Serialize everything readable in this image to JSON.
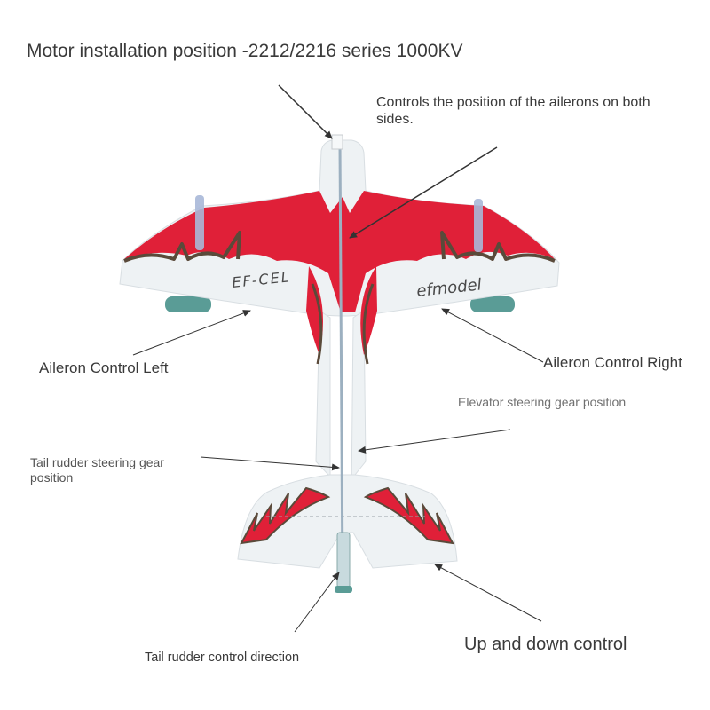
{
  "labels": {
    "motor": "Motor installation position -2212/2216 series 1000KV",
    "ailerons_both": "Controls the position of the ailerons on both sides.",
    "aileron_left": "Aileron Control Left",
    "aileron_right": "Aileron Control Right",
    "elevator_gear": "Elevator steering gear position",
    "tail_rudder_gear": "Tail rudder steering gear position",
    "up_down": "Up and down control",
    "tail_rudder_direction": "Tail rudder control direction"
  },
  "aircraft": {
    "wing_brand": "efmodel",
    "wing_logo": "EF-CEL"
  },
  "colors": {
    "accent_red": "#e02038",
    "dark_trim": "#5a4a3a",
    "foam_white": "#eef2f4",
    "pontoon_teal": "#5a9c96",
    "canopy_blue": "#a8b8d8"
  }
}
